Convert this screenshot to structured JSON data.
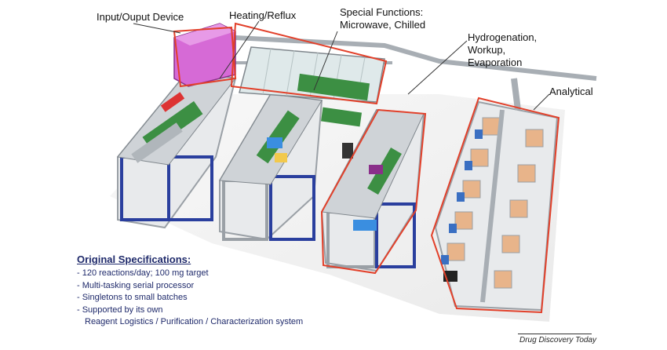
{
  "labels": {
    "input_output": "Input/Ouput Device",
    "heating": "Heating/Reflux",
    "special_line1": "Special Functions:",
    "special_line2": "Microwave, Chilled",
    "hydro_line1": "Hydrogenation,",
    "hydro_line2": "Workup,",
    "hydro_line3": "Evaporation",
    "analytical": "Analytical"
  },
  "specifications": {
    "title": "Original Specifications:",
    "items": [
      "- 120 reactions/day; 100 mg target",
      "- Multi-tasking serial processor",
      "- Singletons to small batches",
      "- Supported by its own"
    ],
    "continuation": "Reagent Logistics / Purification / Characterization system"
  },
  "source": "Drug Discovery Today",
  "colors": {
    "outline": "#e2402a",
    "frame_blue": "#2a3f9e",
    "frame_grey": "#9aa0a6",
    "io_device": "#d66ad6",
    "bench_green": "#3c8f43",
    "text": "#1f2a6b"
  }
}
